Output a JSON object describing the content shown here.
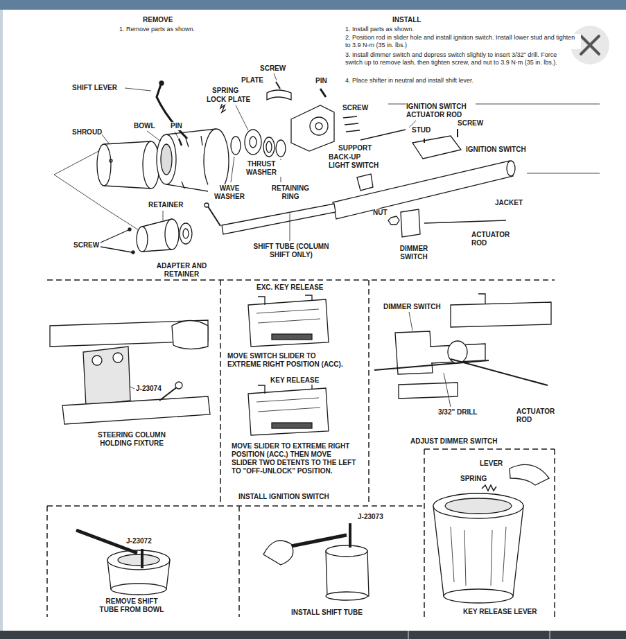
{
  "diagram": {
    "labels": [
      "REMOVE",
      "1. Remove parts as shown.",
      "INSTALL",
      "1. Install parts as shown.",
      "2. Position rod in slider hole and install ignition switch. Install lower stud and tighten to 3.9 N·m (35 in. lbs.)",
      "3. Install dimmer switch and depress switch slightly to insert 3/32\" drill. Force switch up to remove lash, then tighten screw, and nut to 3.9 N·m (35 in. lbs.).",
      "4. Place shifter in neutral and install shift lever.",
      "SCREW",
      "PLATE",
      "PIN",
      "SHIFT LEVER",
      "SPRING",
      "LOCK PLATE",
      "SCREW",
      "IGNITION SWITCH ACTUATOR ROD",
      "STUD",
      "SCREW",
      "BOWL",
      "PIN",
      "SHROUD",
      "IGNITION SWITCH",
      "SUPPORT",
      "THRUST WASHER",
      "BACK-UP LIGHT SWITCH",
      "WAVE WASHER",
      "RETAINING RING",
      "JACKET",
      "RETAINER",
      "NUT",
      "ACTUATOR ROD",
      "SCREW",
      "SHIFT TUBE (COLUMN SHIFT ONLY)",
      "DIMMER SWITCH",
      "ADAPTER AND RETAINER",
      "J-23074",
      "STEERING COLUMN HOLDING FIXTURE",
      "EXC. KEY RELEASE",
      "MOVE SWITCH SLIDER TO EXTREME RIGHT POSITION (ACC).",
      "KEY RELEASE",
      "MOVE SLIDER TO EXTREME RIGHT POSITION (ACC.) THEN MOVE SLIDER TWO DETENTS TO THE LEFT TO \"OFF-UNLOCK\" POSITION.",
      "INSTALL IGNITION SWITCH",
      "DIMMER SWITCH",
      "3/32\" DRILL",
      "ACTUATOR ROD",
      "ADJUST DIMMER SWITCH",
      "LEVER",
      "SPRING",
      "KEY RELEASE LEVER",
      "J-23072",
      "REMOVE SHIFT TUBE FROM BOWL",
      "J-23073",
      "INSTALL SHIFT TUBE"
    ]
  }
}
